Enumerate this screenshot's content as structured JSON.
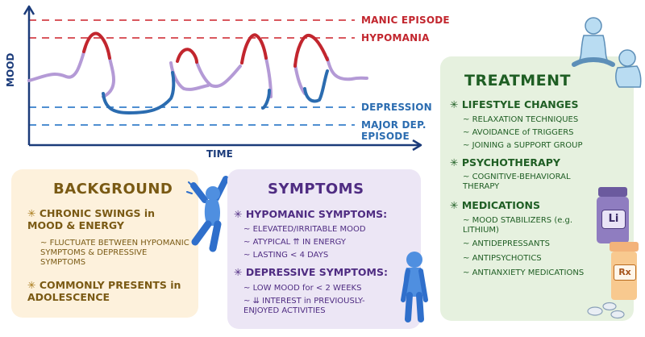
{
  "chart": {
    "levels": {
      "manic": "MANIC EPISODE",
      "hypomania": "HYPOMANIA",
      "depression": "DEPRESSION",
      "major_dep": "MAJOR DEP. EPISODE"
    },
    "y_axis": "MOOD",
    "x_axis": "TIME"
  },
  "background": {
    "title": "BACKGROUND",
    "bullets": [
      "CHRONIC SWINGS in MOOD & ENERGY",
      "FLUCTUATE BETWEEN HYPOMANIC SYMPTOMS & DEPRESSIVE SYMPTOMS",
      "COMMONLY PRESENTS in ADOLESCENCE"
    ]
  },
  "symptoms": {
    "title": "SYMPTOMS",
    "hypomanic_heading": "HYPOMANIC SYMPTOMS:",
    "hypomanic_items": [
      "ELEVATED/IRRITABLE MOOD",
      "ATYPICAL ⇈ IN ENERGY",
      "LASTING < 4 DAYS"
    ],
    "depressive_heading": "DEPRESSIVE SYMPTOMS:",
    "depressive_items": [
      "LOW MOOD for < 2 WEEKS",
      "⇊ INTEREST in PREVIOUSLY-ENJOYED ACTIVITIES"
    ]
  },
  "treatment": {
    "title": "TREATMENT",
    "lifestyle_heading": "LIFESTYLE CHANGES",
    "lifestyle_items": [
      "RELAXATION TECHNIQUES",
      "AVOIDANCE of TRIGGERS",
      "JOINING a SUPPORT GROUP"
    ],
    "psychotherapy_heading": "PSYCHOTHERAPY",
    "psychotherapy_items": [
      "COGNITIVE-BEHAVIORAL THERAPY"
    ],
    "medications_heading": "MEDICATIONS",
    "medications_items": [
      "MOOD STABILIZERS (e.g. LITHIUM)",
      "ANTIDEPRESSANTS",
      "ANTIPSYCHOTICS",
      "ANTIANXIETY MEDICATIONS"
    ]
  },
  "bottles": {
    "lithium": "Li",
    "rx": "Rx"
  },
  "bullet_symbol": "✳",
  "sub_bullet_symbol": "~",
  "colors": {
    "red": "#c2262e",
    "blue": "#2b6cb0",
    "purple": "#b49ad6",
    "axis": "#1b3b7a"
  }
}
